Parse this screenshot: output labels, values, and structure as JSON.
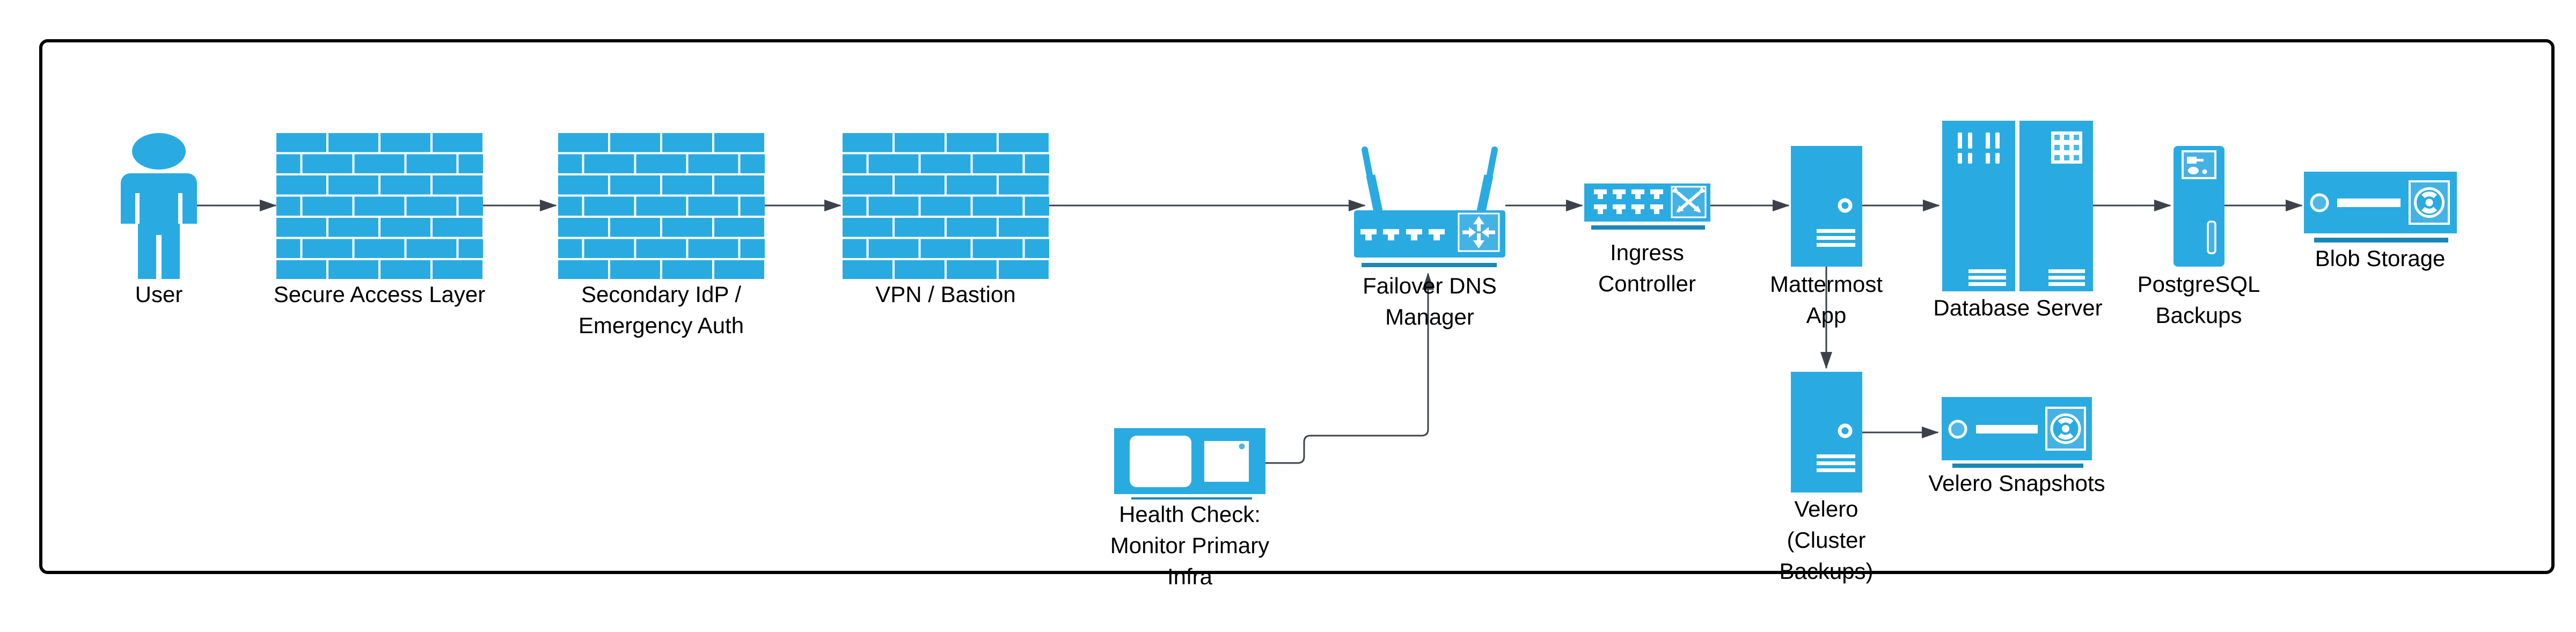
{
  "diagram": {
    "type": "architecture-flow-diagram",
    "colors": {
      "node_blue": "#29abe2",
      "node_light_blue": "#45b2e4",
      "node_pale_blue": "#4db8e8",
      "accent_underline": "#1b87b5",
      "arrow": "#3c424c",
      "border": "#000000",
      "label_text": "#000000",
      "background": "#ffffff"
    },
    "nodes": {
      "user": {
        "label": "User",
        "icon": "person-icon"
      },
      "secure_access": {
        "label": "Secure Access Layer",
        "icon": "firewall-icon"
      },
      "secondary_idp": {
        "line1": "Secondary IdP /",
        "line2": "Emergency Auth",
        "icon": "firewall-icon"
      },
      "vpn_bastion": {
        "label": "VPN / Bastion",
        "icon": "firewall-icon"
      },
      "failover_dns": {
        "line1": "Failover DNS",
        "line2": "Manager",
        "icon": "wireless-router-icon"
      },
      "ingress": {
        "line1": "Ingress",
        "line2": "Controller",
        "icon": "network-switch-icon"
      },
      "mattermost": {
        "line1": "Mattermost",
        "line2": "App",
        "icon": "tower-server-icon"
      },
      "database": {
        "label": "Database Server",
        "icon": "server-rack-icon"
      },
      "postgresql": {
        "line1": "PostgreSQL",
        "line2": "Backups",
        "icon": "backup-server-icon"
      },
      "blob": {
        "label": "Blob Storage",
        "icon": "storage-appliance-icon"
      },
      "health_check": {
        "line1": "Health Check:",
        "line2": "Monitor Primary",
        "line3": "Infra",
        "icon": "monitor-icon"
      },
      "velero": {
        "line1": "Velero",
        "line2": "(Cluster",
        "line3": "Backups)",
        "icon": "tower-server-icon"
      },
      "velero_snapshots": {
        "label": "Velero Snapshots",
        "icon": "storage-appliance-icon"
      }
    },
    "edges": [
      {
        "from": "User",
        "to": "Secure Access Layer"
      },
      {
        "from": "Secure Access Layer",
        "to": "Secondary IdP / Emergency Auth"
      },
      {
        "from": "Secondary IdP / Emergency Auth",
        "to": "VPN / Bastion"
      },
      {
        "from": "VPN / Bastion",
        "to": "Failover DNS Manager"
      },
      {
        "from": "Failover DNS Manager",
        "to": "Ingress Controller"
      },
      {
        "from": "Ingress Controller",
        "to": "Mattermost App"
      },
      {
        "from": "Mattermost App",
        "to": "Database Server"
      },
      {
        "from": "Database Server",
        "to": "PostgreSQL Backups"
      },
      {
        "from": "PostgreSQL Backups",
        "to": "Blob Storage"
      },
      {
        "from": "Mattermost App",
        "to": "Velero (Cluster Backups)"
      },
      {
        "from": "Velero (Cluster Backups)",
        "to": "Velero Snapshots"
      },
      {
        "from": "Health Check: Monitor Primary Infra",
        "to": "Failover DNS Manager"
      }
    ]
  }
}
